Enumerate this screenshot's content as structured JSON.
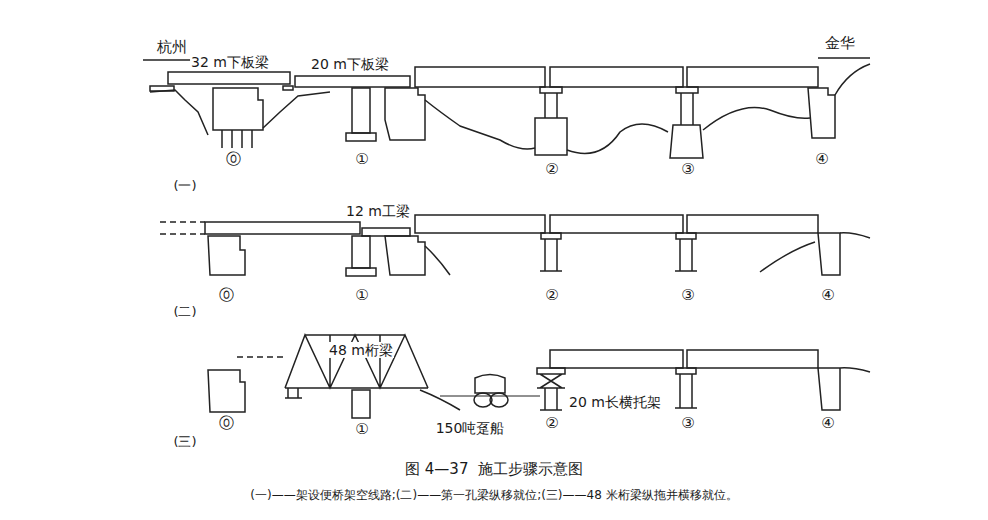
{
  "diagram": {
    "caption": "图 4—37  施工步骤示意图",
    "labels": [
      "杭州",
      "32 m下板梁",
      "20 m下板梁",
      "金华",
      "⓪",
      "①",
      "②",
      "③",
      "④",
      "(一)",
      "12 m工梁",
      "⓪",
      "①",
      "②",
      "③",
      "④",
      "(二)",
      "48 m桁梁",
      "⓪",
      "①",
      "150吨趸船",
      "②",
      "20 m长横托架",
      "③",
      "④",
      "(三)",
      "(一)——架设便桥架空线路;(二)——第一孔梁纵移就位;(三)——48 米桁梁纵拖并横移就位。"
    ]
  }
}
